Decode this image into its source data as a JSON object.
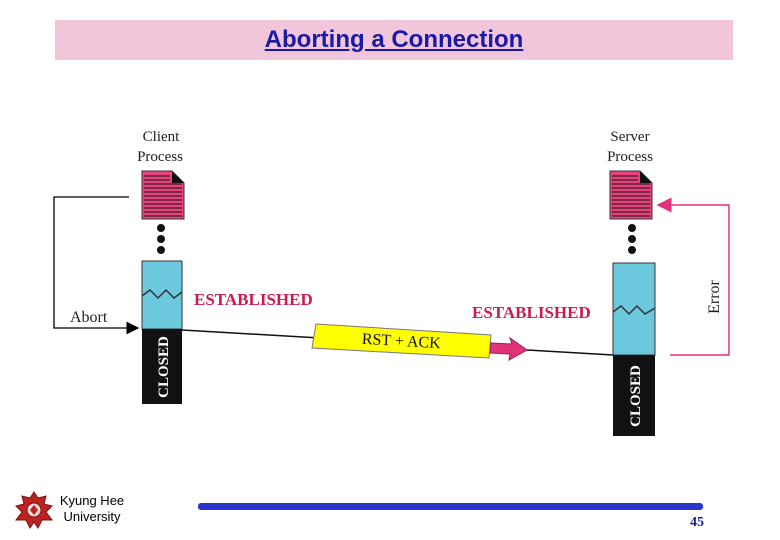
{
  "title": "Aborting a Connection",
  "diagram": {
    "client_label": [
      "Client",
      "Process"
    ],
    "server_label": [
      "Server",
      "Process"
    ],
    "client_state_established": "ESTABLISHED",
    "server_state_established": "ESTABLISHED",
    "client_state_closed": "CLOSED",
    "server_state_closed": "CLOSED",
    "segment_label": "RST + ACK",
    "abort_label": "Abort",
    "error_label": "Error"
  },
  "footer": {
    "university_line1": "Kyung Hee",
    "university_line2": "University",
    "page_number": "45"
  },
  "colors": {
    "title_bg": "#f2c6da",
    "title_text": "#1a1aa6",
    "state_text": "#cc1a4f",
    "timeline_established": "#6cc8dc",
    "timeline_closed": "#111111",
    "segment_fill": "#ffff00",
    "arrow_magenta": "#e0337a",
    "document_pink": "#e8437f",
    "footer_rule": "#2b33cc"
  }
}
